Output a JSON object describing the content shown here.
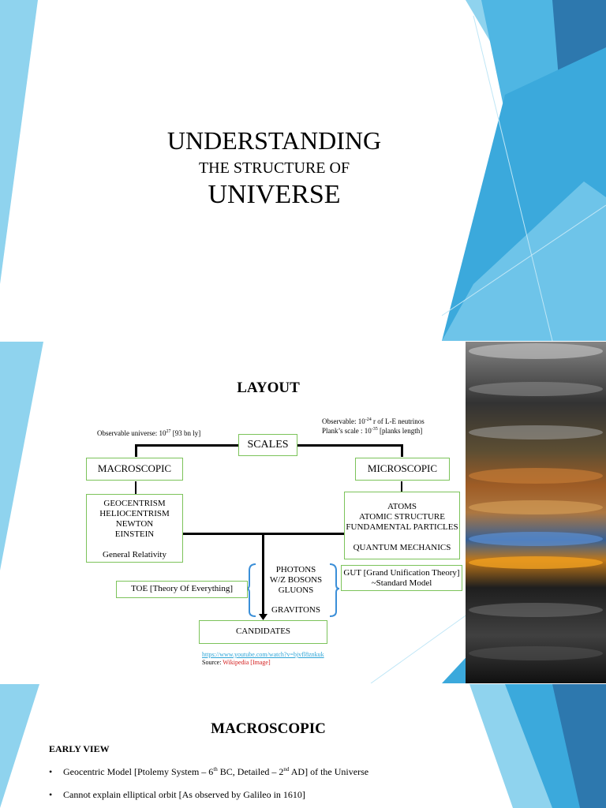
{
  "slide1": {
    "title_line1": "UNDERSTANDING",
    "title_line2": "THE STRUCTURE OF",
    "title_line3": "UNIVERSE"
  },
  "slide2": {
    "heading": "LAYOUT",
    "observable_universe": "Observable universe: 10",
    "observable_universe_exp": "27",
    "observable_universe_rest": " [93 bn ly]",
    "observable_small_a": "Observable: 10",
    "observable_small_exp": "-24",
    "observable_small_rest": " r of L-E neutrinos",
    "planck_a": "Plank’s scale  : 10",
    "planck_exp": "-35",
    "planck_rest": " [planks length]",
    "scales": "SCALES",
    "macroscopic": "MACROSCOPIC",
    "microscopic": "MICROSCOPIC",
    "macro_items": [
      "GEOCENTRISM",
      "HELIOCENTRISM",
      "NEWTON",
      "EINSTEIN",
      "",
      "General Relativity"
    ],
    "micro_items": [
      "ATOMS",
      "ATOMIC STRUCTURE",
      "FUNDAMENTAL PARTICLES",
      "",
      "QUANTUM MECHANICS"
    ],
    "force_items": [
      "PHOTONS",
      "W/Z BOSONS",
      "GLUONS",
      "",
      "GRAVITONS"
    ],
    "toe": "TOE [Theory Of Everything]",
    "gut_line1": "GUT [Grand Unification Theory]",
    "gut_line2": "~Standard Model",
    "candidates": "CANDIDATES",
    "link": "https://www.youtube.com/watch?v=bjvfl8znkuk",
    "source_label": "Source: ",
    "source_link": "Wikipedia [Image]"
  },
  "slide3": {
    "heading": "MACROSCOPIC",
    "subheading": "EARLY VIEW",
    "bullet1_a": "Geocentric Model [Ptolemy System – 6",
    "bullet1_sup1": "th",
    "bullet1_b": " BC, Detailed – 2",
    "bullet1_sup2": "nd",
    "bullet1_c": " AD] of the Universe",
    "bullet2": "Cannot explain elliptical orbit [As observed by Galileo in 1610]",
    "bullet_glyph": "•"
  },
  "colors": {
    "accent_light": "#8fd3ee",
    "accent_mid": "#3ba9dc",
    "accent_dark": "#2d78ae",
    "box_border": "#7cc35a",
    "link": "#2fa6d8",
    "source": "#d42020"
  }
}
